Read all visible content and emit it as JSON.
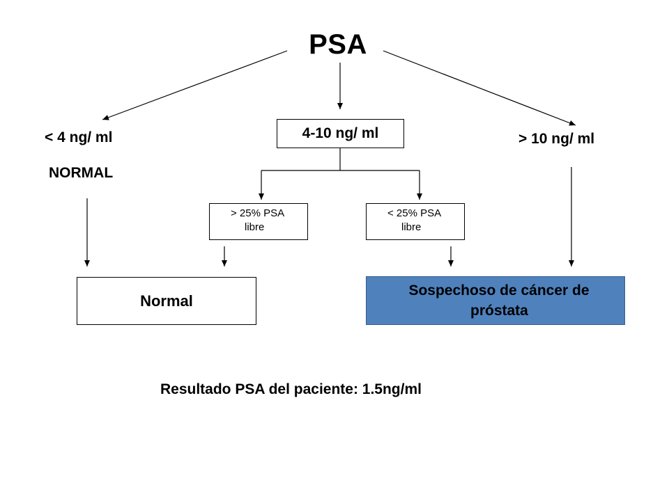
{
  "title": "PSA",
  "branches": {
    "left": "< 4 ng/ ml",
    "left_note": "NORMAL",
    "middle": "4-10 ng/ ml",
    "right": "> 10 ng/ ml"
  },
  "sub_branches": {
    "high_free": {
      "line1": "> 25% PSA",
      "line2": "libre"
    },
    "low_free": {
      "line1": "< 25% PSA",
      "line2": "libre"
    }
  },
  "outcomes": {
    "normal": "Normal",
    "suspect_line1": "Sospechoso de cáncer de",
    "suspect_line2": "próstata"
  },
  "result": "Resultado PSA del paciente: 1.5ng/ml",
  "colors": {
    "suspect_fill": "#4f81bd",
    "line": "#000000"
  }
}
